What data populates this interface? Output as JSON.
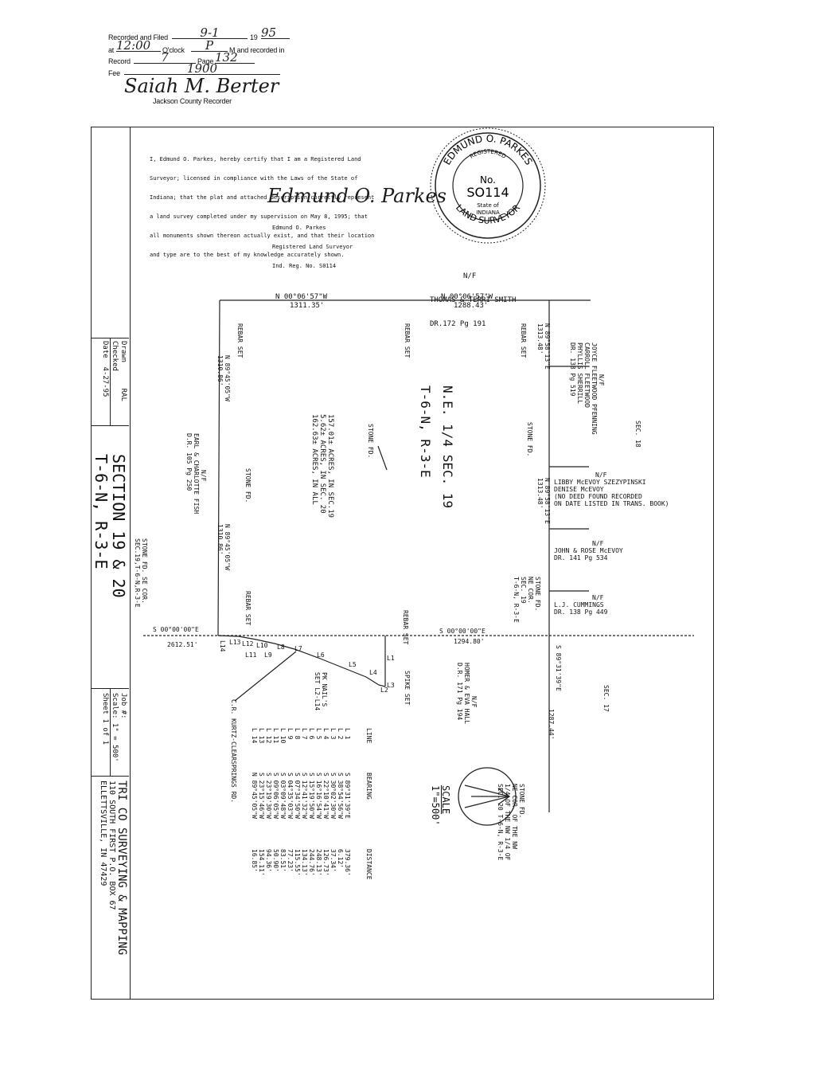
{
  "recording": {
    "recorded_label": "Recorded and Filed",
    "date": "9-1",
    "year_prefix": "19",
    "year": "95",
    "at_label": "at",
    "time": "12:00",
    "oclock_label": "O'clock",
    "meridiem": "P",
    "m_recorded_label": "M and recorded in",
    "record_label": "Record",
    "record_no": "7",
    "page_label": "Page",
    "page_no": "132",
    "fee_label": "Fee",
    "fee": "1900",
    "signature": "Saiah M. Berter",
    "recorder_title": "Jackson County Recorder"
  },
  "certificate": {
    "lines": [
      "I, Edmund O. Parkes, hereby certify that I am a Registered Land",
      "Surveyor; licensed in compliance with the Laws of the State of",
      "Indiana; that the plat and attached description correctly represent",
      "a land survey completed under my supervision on May 8, 1995; that",
      "all monuments shown thereon actually exist, and that their location",
      "and type are to the best of my knowledge accurately shown."
    ],
    "signature": "Edmund O. Parkes",
    "name": "Edmund O. Parkes",
    "title": "Registered Land Surveyor",
    "reg_no": "Ind. Reg. No. S0114"
  },
  "seal": {
    "top_text": "EDMUND O. PARKES",
    "registered": "REGISTERED",
    "no_label": "No.",
    "number": "SO114",
    "state_of": "State of",
    "state": "INDIANA",
    "bottom_text": "LAND SURVEYOR"
  },
  "plat": {
    "north_owner": [
      "N/F",
      "THOMAS & TERRI SMITH",
      "DR.172 Pg 191"
    ],
    "north_call_left": [
      "N 00°06'57\"W",
      "1311.35'"
    ],
    "north_call_right": [
      "N 00°06'57\"W",
      "1288.43'"
    ],
    "west_call_upper": [
      "N 89°45'05\"W",
      "1310.86'"
    ],
    "west_call_lower": [
      "N 89°45'05\"W",
      "1310.86'"
    ],
    "east_call_upper": [
      "N 89°58'13\"E",
      "1313.48'"
    ],
    "east_call_lower": [
      "N 89°58'13\"E",
      "1313.48'"
    ],
    "south_call_left": [
      "S 00°00'00\"E",
      "2612.51'"
    ],
    "south_call_right": [
      "S 00°00'00\"E",
      "1294.80'"
    ],
    "east_ext_call": [
      "S 89°31'39\"E",
      "1287.44'"
    ],
    "rebar_set": "REBAR SET",
    "stone_fd": "STONE FD.",
    "spike_set": "SPIKE SET",
    "center_title": [
      "N.E. 1/4 SEC. 19",
      "T-6-N, R-3-E"
    ],
    "acreage": [
      "157.01± ACRES, IN SEC.19",
      "5.62± ACRES, IN SEC. 20",
      "162.63± ACRES, IN ALL"
    ],
    "west_owner": [
      "N/F",
      "EARL & CHARLOTTE FISH",
      "D.R. 105 Pg 250"
    ],
    "sw_corner": [
      "STONE FD. SE COR.",
      "SEC.19,T-6-N,R-3-E"
    ],
    "east_owner_1": [
      "N/F",
      "JOYCE FLEETWOOD PFENNING",
      "CARROLL FLEETWOOD",
      "PHYLLIS SHERRILL",
      "DR. 138 Pg 519"
    ],
    "east_owner_2": [
      "N/F",
      "LIBBY McEVOY SZEZYPINSKI",
      "DENISE McEVOY",
      "(NO DEED FOUND RECORDED",
      "ON DATE LISTED IN TRANS. BOOK)"
    ],
    "east_owner_3": [
      "N/F",
      "JOHN & ROSE McEVOY",
      "DR. 141 Pg 534"
    ],
    "east_owner_4": [
      "N/F",
      "L.J. CUMMINGS",
      "DR. 138 Pg 449"
    ],
    "sec18": "SEC. 18",
    "sec17": "SEC. 17",
    "se_corner": [
      "STONE FD.",
      "NE COR.",
      "SEC. 19",
      "T-6-N, R-3-E"
    ],
    "ne_sec20": [
      "STONE FD.",
      "NE COR. OF THE NW",
      "1/4 OF THE NW 1/4 OF",
      "SEC. 20 T-6-N, R-3-E"
    ],
    "south_owner": [
      "N/F",
      "HOMER & EVA HALL",
      "D.R. 171 Pg 194"
    ],
    "pk_nails": [
      "PK NAIL'S",
      "SET L2-L14"
    ],
    "road": "C.R. KURTZ-CLEARSPRINGS RD.",
    "line_labels": [
      "L1",
      "L2",
      "L3",
      "L4",
      "L5",
      "L6",
      "L7",
      "L8",
      "L9",
      "L10",
      "L11",
      "L12",
      "L13",
      "L14"
    ],
    "scale_label": [
      "SCALE",
      "1\"=500'"
    ]
  },
  "line_table": {
    "headers": [
      "LINE",
      "BEARING",
      "DISTANCE"
    ],
    "rows": [
      [
        "L 1",
        "S 89°31'39\"E",
        "379.36'"
      ],
      [
        "L 2",
        "S 38°54'56\"W",
        "6.12'"
      ],
      [
        "L 3",
        "S 30°02'30\"W",
        "37.34'"
      ],
      [
        "L 4",
        "S 22°10'41\"W",
        "126.73'"
      ],
      [
        "L 5",
        "S 16°16'54\"W",
        "248.13'"
      ],
      [
        "L 6",
        "S 15°19'50\"W",
        "244.76'"
      ],
      [
        "L 7",
        "S 12°41'32\"W",
        "134.13'"
      ],
      [
        "L 8",
        "S 07°34'50\"W",
        "115.55'"
      ],
      [
        "L 9",
        "S 04°35'03\"W",
        "77.23'"
      ],
      [
        "L 10",
        "S 03°09'48\"W",
        "83.51'"
      ],
      [
        "L 11",
        "S 09°06'05\"W",
        "50.90'"
      ],
      [
        "L 12",
        "S 23°19'30\"W",
        "94.36'"
      ],
      [
        "L 13",
        "S 23°15'46\"W",
        "154.11'"
      ],
      [
        "L 14",
        "N 89°45'05\"W",
        "16.85'"
      ]
    ]
  },
  "title_block": {
    "drawn_label": "Drawn",
    "drawn": "RAL",
    "checked_label": "Checked",
    "date_label": "Date",
    "date": "4-27-95",
    "section_title": [
      "SECTION 19 & 20",
      "T-6-N, R-3-E"
    ],
    "job_label": "Job #:",
    "scale_label": "Scale: 1\" = 500'",
    "sheet_label": "Sheet 1 of 1",
    "company": [
      "TRI CO SURVEYING & MAPPING",
      "110 SOUTH FIRST P.O. BOX 67",
      "ELLETTSVILLE, IN 47429"
    ]
  }
}
